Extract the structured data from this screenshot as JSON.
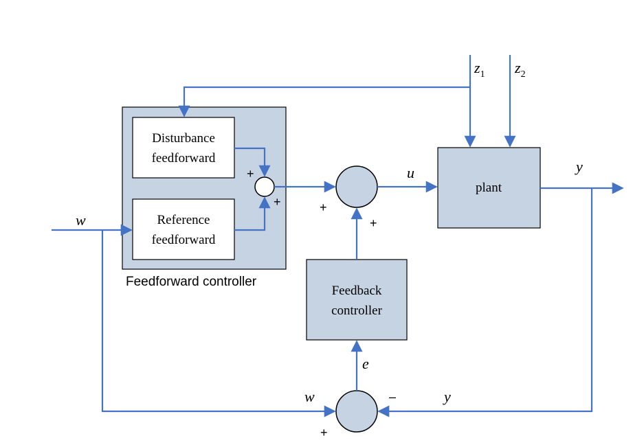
{
  "blocks": {
    "disturbance_ff": [
      "Disturbance",
      "feedforward"
    ],
    "reference_ff": [
      "Reference",
      "feedforward"
    ],
    "ff_controller_caption": "Feedforward controller",
    "feedback": [
      "Feedback",
      "controller"
    ],
    "plant": "plant"
  },
  "signals": {
    "z1": "z",
    "z1_sub": "1",
    "z2": "z",
    "z2_sub": "2",
    "u": "u",
    "y_out": "y",
    "w_in": "w",
    "e": "e",
    "w_fb": "w",
    "y_fb": "y"
  },
  "signs": {
    "ff_sum_top": "+",
    "ff_sum_bottom": "+",
    "main_sum_left": "+",
    "main_sum_bottom": "+",
    "err_sum_right": "–",
    "err_sum_bottom": "+"
  },
  "colors": {
    "wire": "#4472c4",
    "block_fill": "#c6d3e3",
    "block_stroke": "#000000",
    "inner_block_fill": "#ffffff"
  }
}
